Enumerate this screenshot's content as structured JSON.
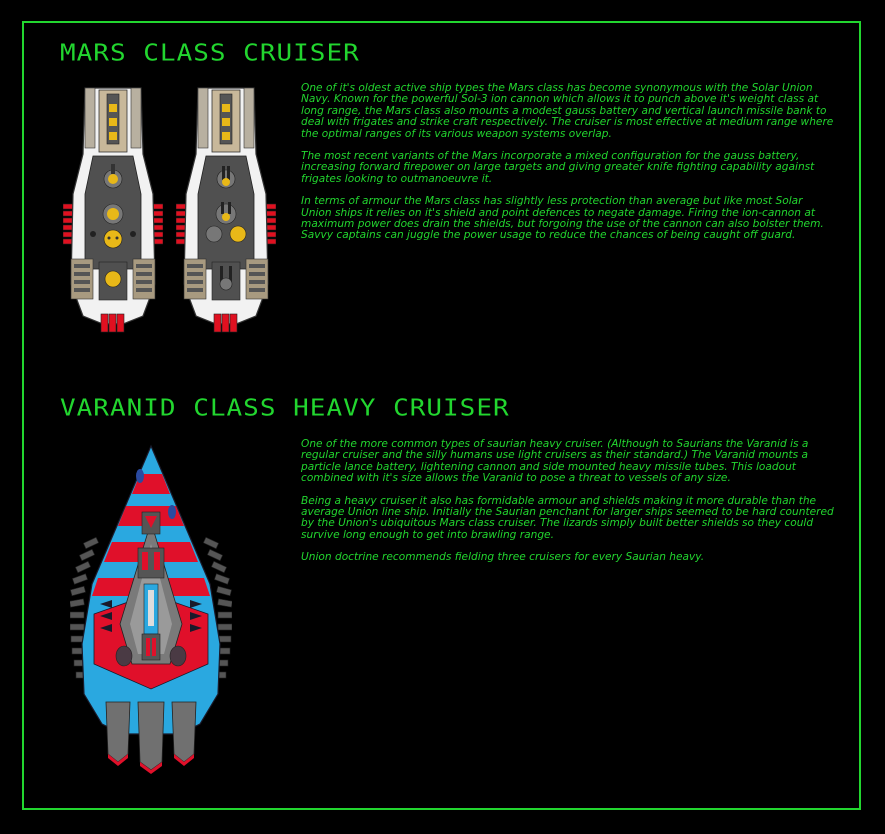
{
  "sections": [
    {
      "title": "Mars Class Cruiser",
      "paragraphs": [
        "One of it's oldest active ship types the Mars class has become synonymous with the Solar Union Navy. Known for the powerful Sol-3 ion cannon which allows it to punch above it's weight class at long range, the Mars class also mounts a modest gauss battery and vertical launch missile bank to deal with frigates and strike craft respectively. The cruiser is most effective at medium range where the optimal ranges of its various weapon systems overlap.",
        "The most recent variants of the Mars incorporate a mixed configuration for the gauss battery, increasing forward firepower on large targets and giving greater knife fighting capability against frigates looking to outmanoeuvre it.",
        "In terms of armour the Mars class has slightly less protection than average but like most Solar Union ships it relies on it's shield and point defences to negate damage. Firing the ion-cannon at maximum power does drain the shields, but forgoing the use of the cannon can also bolster them. Savvy captains can juggle the power usage to reduce the chances of being caught off guard."
      ]
    },
    {
      "title": "Varanid Class Heavy Cruiser",
      "paragraphs": [
        "One of the more common types of saurian heavy cruiser. (Although to Saurians the Varanid is a regular cruiser and the silly humans use light cruisers as their standard.) The Varanid mounts a particle lance battery, lightening cannon and side mounted heavy missile tubes. This loadout combined with it's size allows the Varanid to pose a threat to vessels of any size.",
        "Being a heavy cruiser it also has formidable armour and shields making it more durable than the average Union line ship. Initially the Saurian penchant for larger ships seemed to be hard countered by the Union's ubiquitous Mars class cruiser. The lizards simply built better shields so they could survive long enough to get into brawling range.",
        " Union doctrine recommends fielding three cruisers for every Saurian heavy."
      ]
    }
  ],
  "colors": {
    "background": "#000000",
    "accent": "#22d62f",
    "mars_hull": "#f2f2f2",
    "mars_dark": "#505050",
    "mars_red": "#e01020",
    "mars_gold": "#e8b818",
    "varanid_blue": "#2aa8e0",
    "varanid_red": "#e0102a",
    "varanid_grey": "#707070"
  },
  "icons": {
    "mars_ship_standard": "mars-cruiser-sprite",
    "mars_ship_variant": "mars-cruiser-variant-sprite",
    "varanid_ship": "varanid-heavy-cruiser-sprite"
  }
}
